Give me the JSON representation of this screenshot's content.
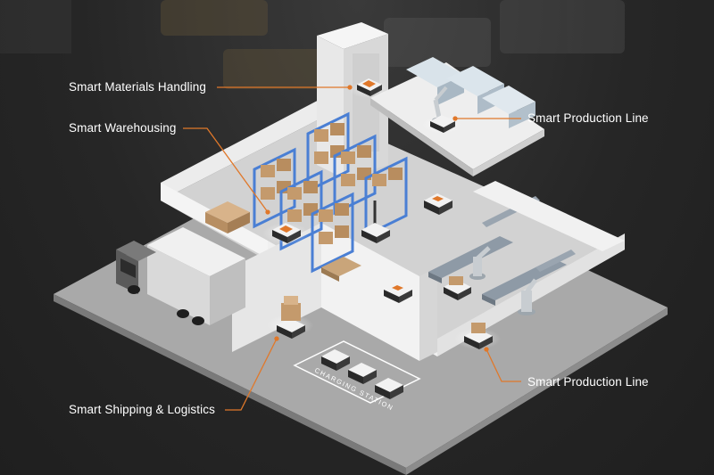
{
  "callouts": {
    "materials_handling": "Smart Materials Handling",
    "warehousing": "Smart Warehousing",
    "production_line_top": "Smart Production Line",
    "production_line_bottom": "Smart Production Line",
    "shipping_logistics": "Smart Shipping & Logistics"
  },
  "floor_label": "CHARGING STATION",
  "colors": {
    "background": "#262626",
    "callout_line": "#e0782a",
    "callout_text": "#ffffff",
    "robot_accent": "#e0782a",
    "rack": "#4a7fd4",
    "box": "#c49a6c"
  }
}
